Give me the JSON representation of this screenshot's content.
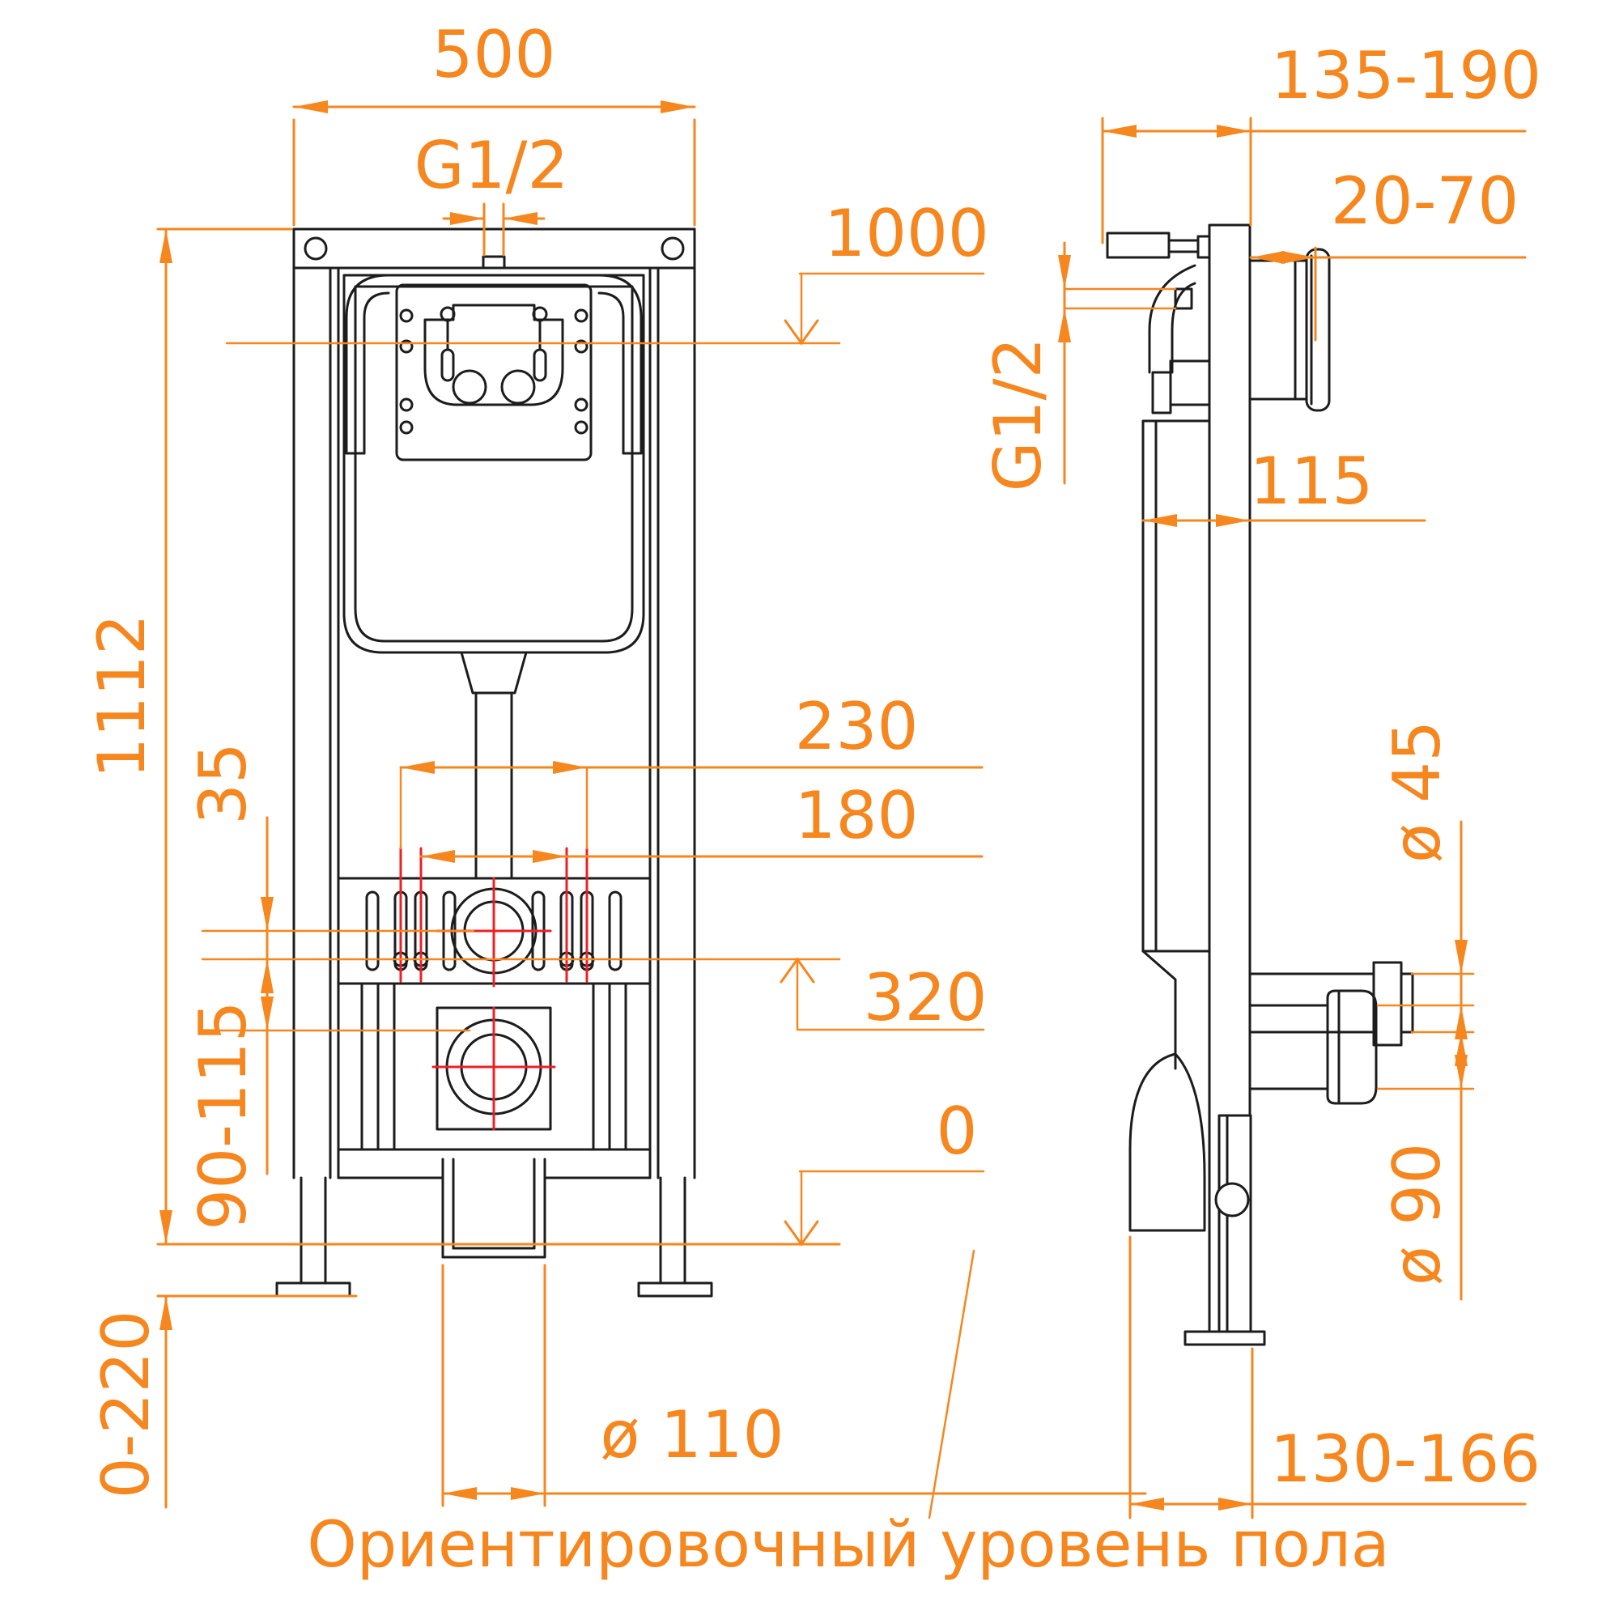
{
  "title": "installation-frame-dimension-drawing",
  "colors": {
    "accent": "#F6861E",
    "red": "#EC2024",
    "line": "#1C1C1C",
    "background": "#FFFFFF"
  },
  "dims": {
    "d500": "500",
    "g12_top": "G1/2",
    "d1000": "1000",
    "d1112": "1112",
    "d230": "230",
    "d180": "180",
    "d35": "35",
    "d320": "320",
    "d90_115": "90-115",
    "d0": "0",
    "d0_220": "0-220",
    "d110": "ø 110",
    "d135_190": "135-190",
    "d20_70": "20-70",
    "g12_side": "G1/2",
    "d115": "115",
    "d45": "ø 45",
    "d90": "ø 90",
    "d130_166": "130-166"
  },
  "note": "Ориентировочный уровень пола"
}
